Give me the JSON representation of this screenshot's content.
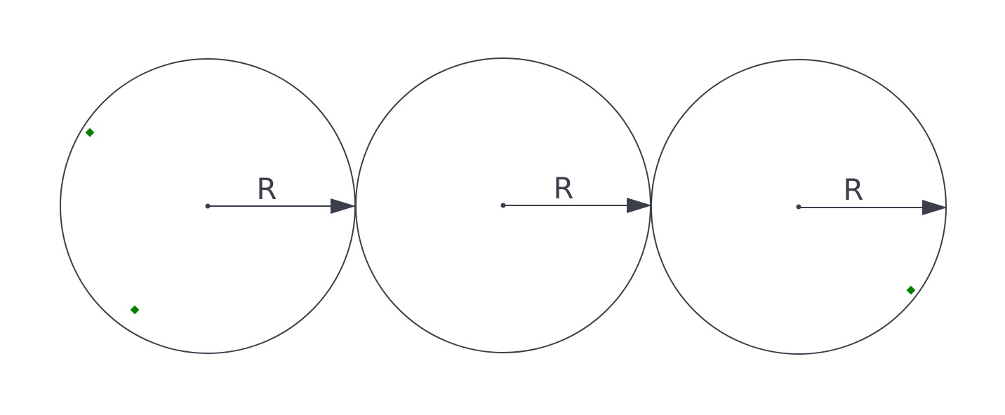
{
  "colors": {
    "stroke": "#3a3f4b",
    "marker": "#008000",
    "background": "#ffffff"
  },
  "circles": [
    {
      "name": "circle-left",
      "radius_label": "R"
    },
    {
      "name": "circle-middle",
      "radius_label": "R"
    },
    {
      "name": "circle-right",
      "radius_label": "R"
    }
  ],
  "markers": [
    {
      "name": "marker-left-top",
      "shape": "diamond"
    },
    {
      "name": "marker-left-bottom",
      "shape": "diamond"
    },
    {
      "name": "marker-right-bottom",
      "shape": "diamond"
    }
  ]
}
